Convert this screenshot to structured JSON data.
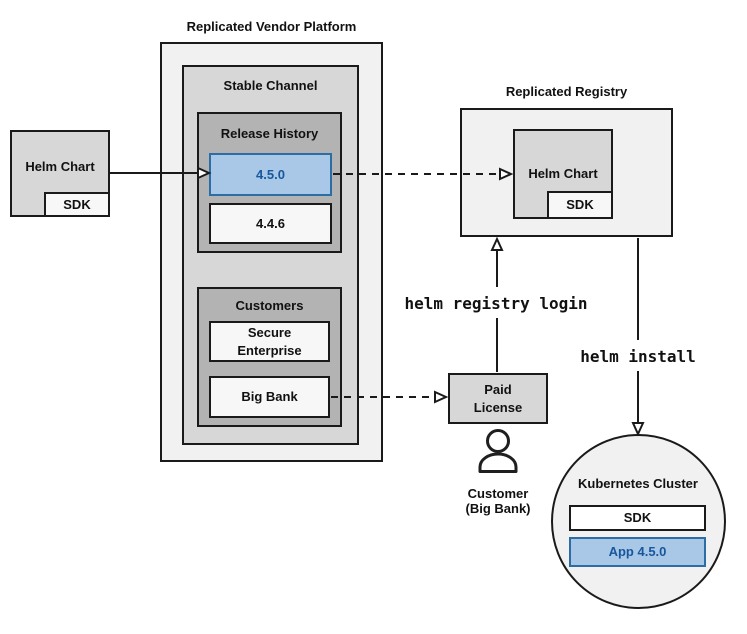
{
  "colors": {
    "highlight_fill": "#a9c7e7",
    "highlight_border": "#2c6da4",
    "highlight_text": "#17579b",
    "box_border": "#1a1a1a"
  },
  "source_chart": {
    "label": "Helm Chart",
    "sdk_label": "SDK"
  },
  "platform": {
    "title": "Replicated Vendor Platform",
    "stable_channel_label": "Stable Channel",
    "release_history_label": "Release History",
    "version_new": "4.5.0",
    "version_old": "4.4.6",
    "customers_label": "Customers",
    "secure_enterprise_line1": "Secure",
    "secure_enterprise_line2": "Enterprise",
    "big_bank_label": "Big Bank"
  },
  "registry": {
    "title": "Replicated Registry",
    "chart_label": "Helm Chart",
    "sdk_label": "SDK"
  },
  "license": {
    "line1": "Paid",
    "line2": "License"
  },
  "customer_caption": {
    "line1": "Customer",
    "line2": "(Big Bank)"
  },
  "cluster": {
    "title": "Kubernetes Cluster",
    "sdk_label": "SDK",
    "app_label": "App 4.5.0"
  },
  "commands": {
    "registry_login": "helm registry login",
    "install": "helm install"
  },
  "icons": {
    "customer": "person-icon"
  }
}
